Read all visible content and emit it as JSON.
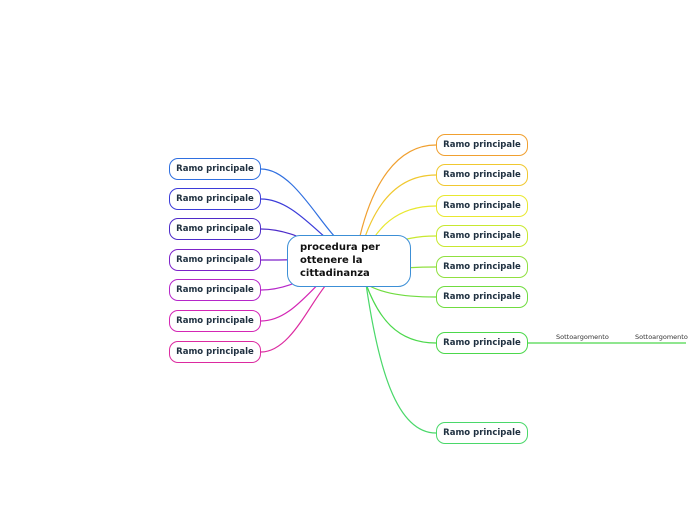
{
  "central": {
    "label": "procedura per ottenere la cittadinanza"
  },
  "colors": {
    "central_border": "#3c8fd6",
    "left": [
      "#2f6fe0",
      "#3b3bd9",
      "#4d2bc9",
      "#7d22c9",
      "#b526c9",
      "#d426b5",
      "#dc2aa0"
    ],
    "right": [
      "#f0a030",
      "#f0c830",
      "#e8e830",
      "#c8e830",
      "#90e040",
      "#70dc40",
      "#4cd84c",
      "#4ad86a"
    ],
    "subtopic": "#4cd84c"
  },
  "left_branches": [
    {
      "label": "Ramo principale"
    },
    {
      "label": "Ramo principale"
    },
    {
      "label": "Ramo principale"
    },
    {
      "label": "Ramo principale"
    },
    {
      "label": "Ramo principale"
    },
    {
      "label": "Ramo principale"
    },
    {
      "label": "Ramo principale"
    }
  ],
  "right_branches": [
    {
      "label": "Ramo principale"
    },
    {
      "label": "Ramo principale"
    },
    {
      "label": "Ramo principale"
    },
    {
      "label": "Ramo principale"
    },
    {
      "label": "Ramo principale"
    },
    {
      "label": "Ramo principale"
    },
    {
      "label": "Ramo principale"
    },
    {
      "label": "Ramo principale"
    }
  ],
  "subtopics": [
    {
      "label": "Sottoargomento"
    },
    {
      "label": "Sottoargomento"
    }
  ]
}
